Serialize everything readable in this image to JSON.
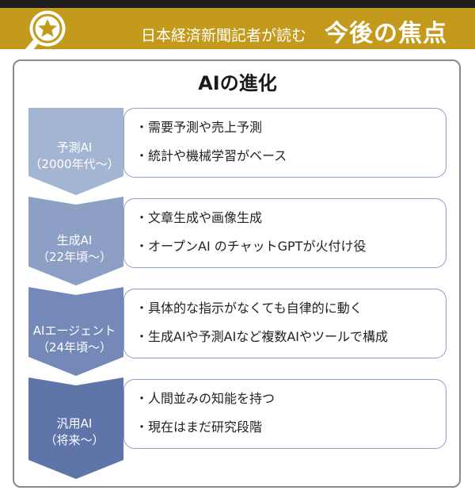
{
  "header": {
    "subtitle": "日本経済新聞記者が読む",
    "title": "今後の焦点",
    "icon": "star-magnifier-icon"
  },
  "panel": {
    "title": "AIの進化"
  },
  "stages": [
    {
      "name": "予測AI",
      "period": "（2000年代〜）",
      "items": [
        "・需要予測や売上予測",
        "・統計や機械学習がベース"
      ]
    },
    {
      "name": "生成AI",
      "period": "（22年頃〜）",
      "items": [
        "・文章生成や画像生成",
        "・オープンAI のチャットGPTが火付け役"
      ]
    },
    {
      "name": "AIエージェント",
      "period": "（24年頃〜）",
      "items": [
        "・具体的な指示がなくても自律的に動く",
        "・生成AIや予測AIなど複数AIやツールで構成"
      ]
    },
    {
      "name": "汎用AI",
      "period": "（将来〜）",
      "items": [
        "・人間並みの知能を持つ",
        "・現在はまだ研究段階"
      ]
    }
  ],
  "colors": {
    "banner": "#c39a1b",
    "chevron_1": "#a4b4d3",
    "chevron_2": "#8d9fc5",
    "chevron_3": "#7589b8",
    "chevron_4": "#5f74a9",
    "card_border": "#8a9fc4"
  }
}
